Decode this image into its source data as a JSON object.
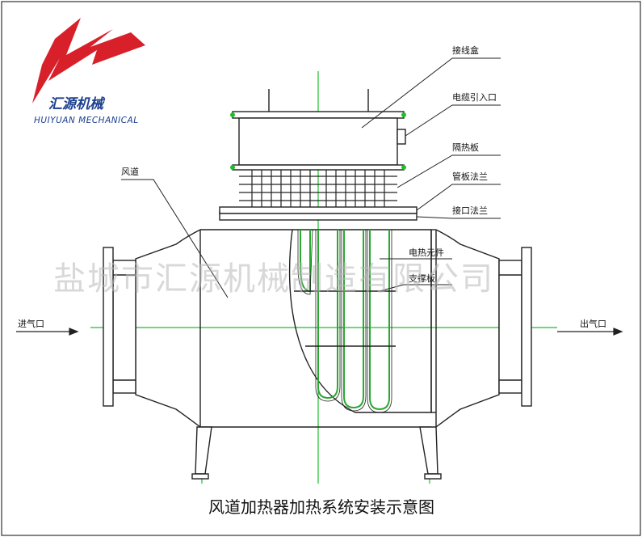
{
  "brand": {
    "name_cn": "汇源机械",
    "name_en": "HUIYUAN MECHANICAL",
    "color_red": "#d8202a",
    "color_blue": "#1c3f8f"
  },
  "watermark": "盐城市汇源机械制造有限公司",
  "caption": "风道加热器加热系统安装示意图",
  "labels": {
    "junction_box": "接线盒",
    "cable_inlet": "电缆引入口",
    "insulation_board": "隔热板",
    "tube_flange": "管板法兰",
    "interface_flange": "接口法兰",
    "air_duct": "风道",
    "heating_element": "电热元件",
    "support_plate": "支撑板",
    "air_inlet": "进气口",
    "air_outlet": "出气口"
  },
  "colors": {
    "line": "#222222",
    "centerline": "#1fbf2a",
    "element": "#2aa832"
  }
}
